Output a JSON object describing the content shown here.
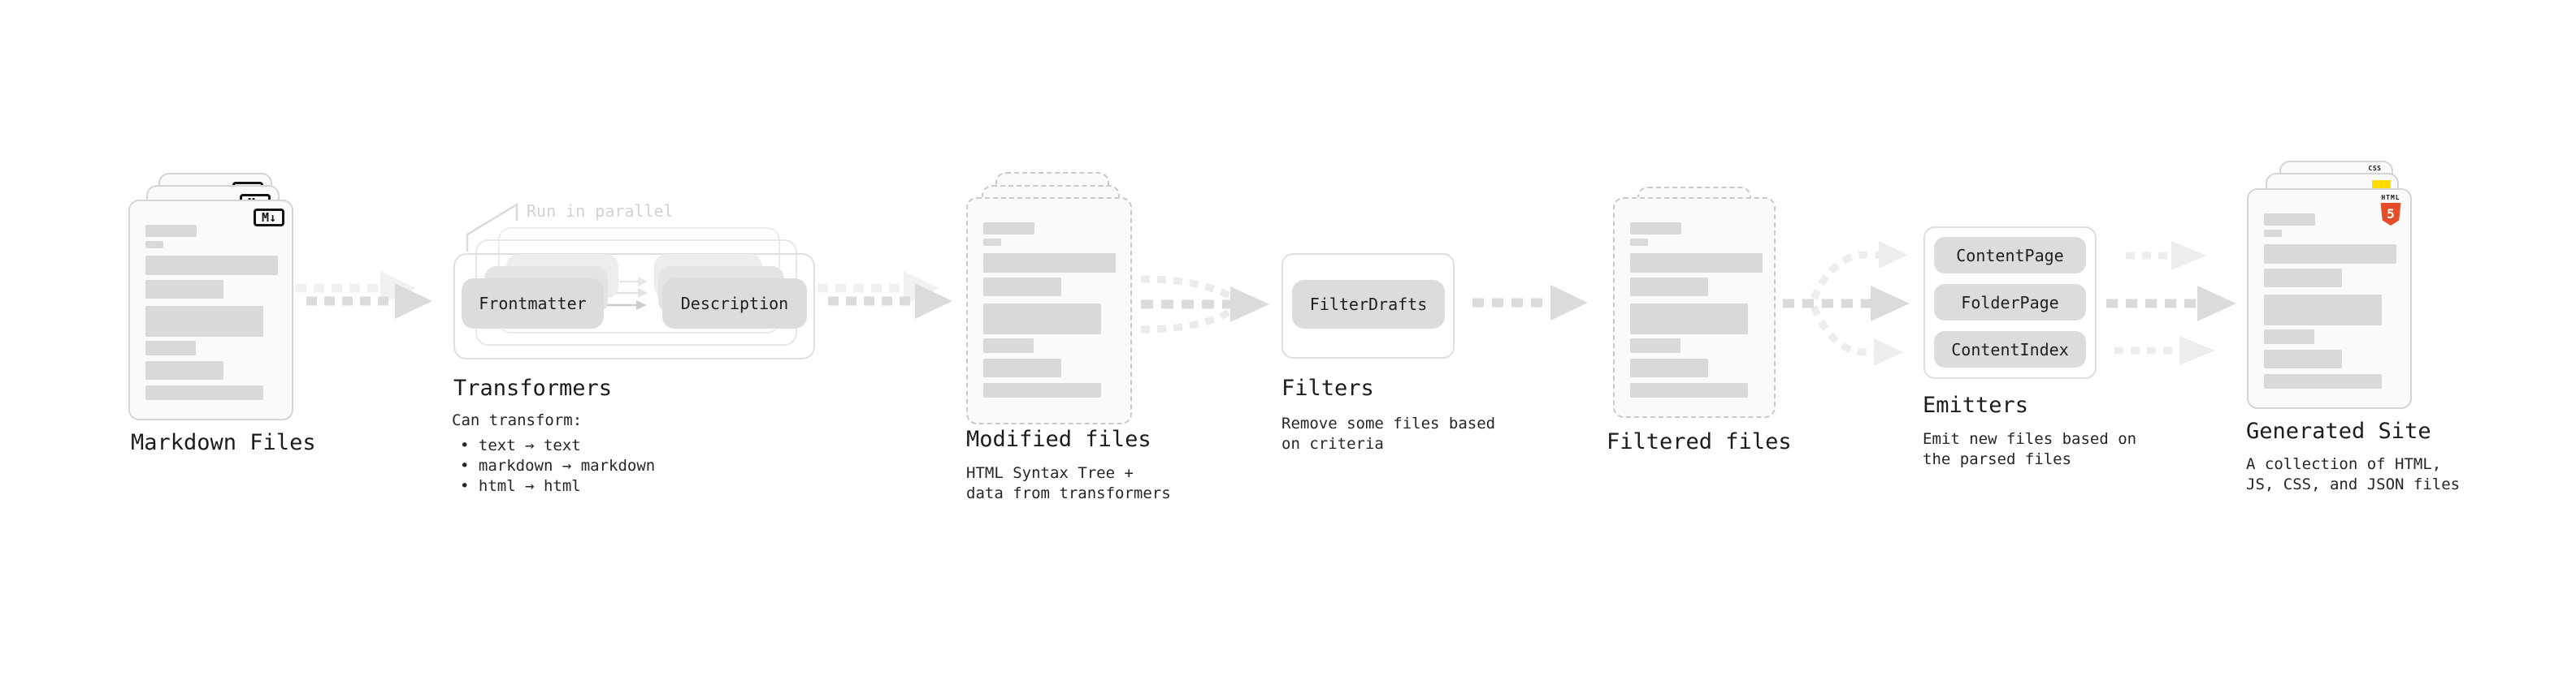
{
  "diagram": {
    "nodes": {
      "markdown_files": {
        "label": "Markdown Files",
        "file_badge": "M↓"
      },
      "transformers": {
        "label": "Transformers",
        "parallel_note": "Run in parallel",
        "input_pill": "Frontmatter",
        "output_pill": "Description",
        "caption_title": "Can transform:",
        "bullets": [
          "• text → text",
          "• markdown → markdown",
          "• html → html"
        ]
      },
      "modified_files": {
        "label": "Modified files",
        "caption": "HTML Syntax Tree +\ndata from transformers"
      },
      "filters": {
        "label": "Filters",
        "pill": "FilterDrafts",
        "caption": "Remove some files based\non criteria"
      },
      "filtered_files": {
        "label": "Filtered files"
      },
      "emitters": {
        "label": "Emitters",
        "pills": [
          "ContentPage",
          "FolderPage",
          "ContentIndex"
        ],
        "caption": "Emit new files based on\nthe parsed files"
      },
      "generated_site": {
        "label": "Generated Site",
        "caption": "A collection of HTML,\nJS, CSS, and JSON files",
        "badges": {
          "css_label": "CSS",
          "html_label": "HTML",
          "html_digit": "5"
        }
      }
    },
    "colors": {
      "html5_orange": "#e44d26",
      "js_yellow": "#ffdd00",
      "css_blue": "#2965f1",
      "pill_gray": "#dcdcdc",
      "arrow_gray": "#dbdbdb",
      "arrow_light": "#eeeeee",
      "note_gray": "#d2d2d2",
      "text_dark": "#1c1c1c"
    }
  }
}
